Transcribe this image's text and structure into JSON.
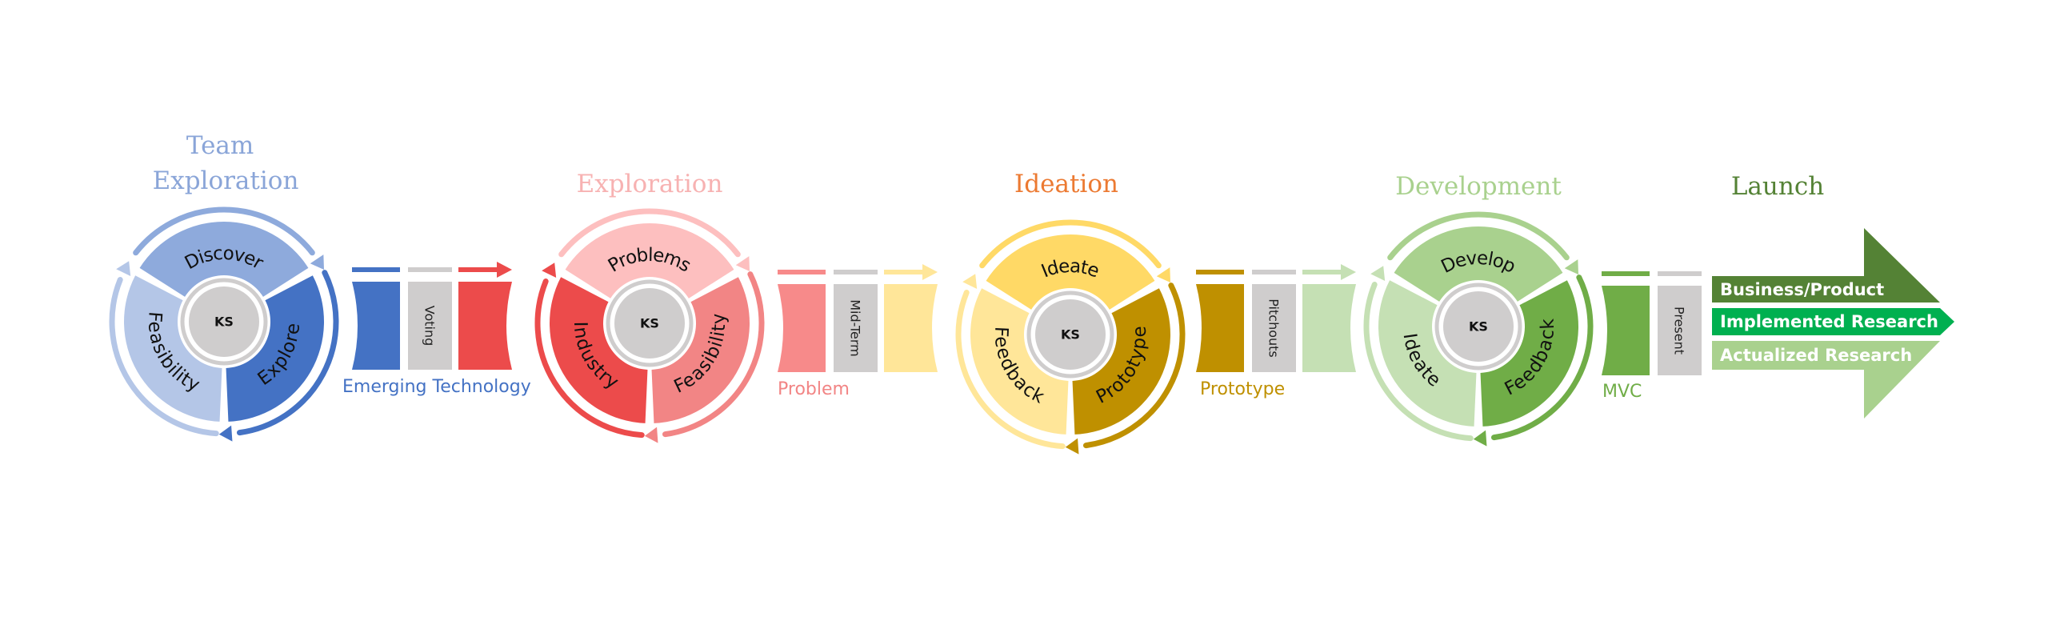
{
  "ks_label": "KS",
  "stages": [
    {
      "title_lines": [
        "Team",
        "Exploration"
      ],
      "color": "#8aa5d8",
      "segments": [
        {
          "label": "Discover",
          "color": "#8eaadc"
        },
        {
          "label": "Explore",
          "color": "#4472c4"
        },
        {
          "label": "Feasibility",
          "color": "#b4c6e7"
        }
      ],
      "arc_top": "#8eaadc",
      "arc_bottom": "#4472c4",
      "arc_left": "#b4c6e7"
    },
    {
      "title_lines": [
        "Exploration"
      ],
      "color": "#f7b2b2",
      "segments": [
        {
          "label": "Problems",
          "color": "#fdbfbf"
        },
        {
          "label": "Feasibility",
          "color": "#f28585"
        },
        {
          "label": "Industry",
          "color": "#ec4b4b"
        }
      ],
      "arc_top": "#fdbfbf",
      "arc_bottom": "#f28585",
      "arc_left": "#ec4b4b"
    },
    {
      "title_lines": [
        "Ideation"
      ],
      "color": "#ec7a32",
      "segments": [
        {
          "label": "Ideate",
          "color": "#ffd966"
        },
        {
          "label": "Prototype",
          "color": "#bf9000"
        },
        {
          "label": "Feedback",
          "color": "#ffe699"
        }
      ],
      "arc_top": "#ffd966",
      "arc_bottom": "#bf9000",
      "arc_left": "#ffe699"
    },
    {
      "title_lines": [
        "Development"
      ],
      "color": "#a9d18e",
      "segments": [
        {
          "label": "Develop",
          "color": "#a9d18e"
        },
        {
          "label": "Feedback",
          "color": "#70ad47"
        },
        {
          "label": "Ideate",
          "color": "#c5e0b4"
        }
      ],
      "arc_top": "#a9d18e",
      "arc_bottom": "#70ad47",
      "arc_left": "#c5e0b4"
    }
  ],
  "connectors": [
    {
      "label": "Voting",
      "caption": "Emerging Technology",
      "caption_color": "#4472c4",
      "left_color": "#4472c4",
      "right_color": "#ec4b4b"
    },
    {
      "label": "Mid-Term",
      "caption": "Problem",
      "caption_color": "#f28585",
      "left_color": "#f78a8a",
      "right_color": "#ffe699"
    },
    {
      "label": "Pitchouts",
      "caption": "Prototype",
      "caption_color": "#bf9000",
      "left_color": "#bf9000",
      "right_color": "#c5e0b4"
    },
    {
      "label": "Present",
      "caption": "MVC",
      "caption_color": "#70ad47",
      "left_color": "#70ad47",
      "right_color": null
    }
  ],
  "launch": {
    "title": "Launch",
    "title_color": "#548235",
    "bands": [
      {
        "label": "Business/Product",
        "color": "#548235"
      },
      {
        "label": "Implemented Research",
        "color": "#00b050"
      },
      {
        "label": "Actualized Research",
        "color": "#a9d18e"
      }
    ]
  }
}
